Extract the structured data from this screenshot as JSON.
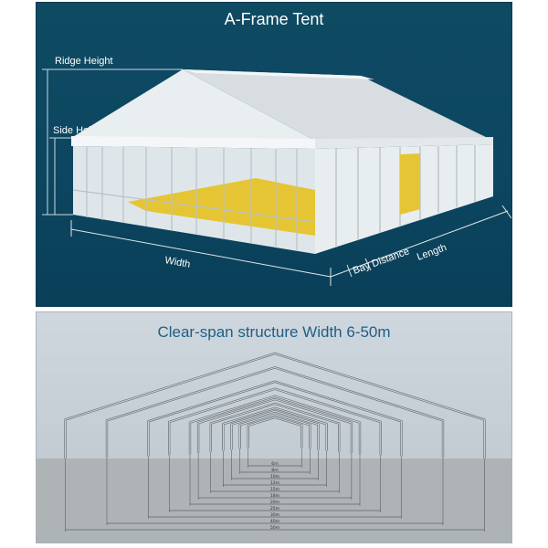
{
  "top_panel": {
    "title": "A-Frame Tent",
    "labels": {
      "ridge_height": "Ridge Height",
      "side_height": "Side Height",
      "width": "Width",
      "bay_distance": "Bay Distance",
      "length": "Length"
    }
  },
  "bottom_panel": {
    "title": "Clear-span structure Width 6-50m",
    "widths": [
      "6m",
      "8m",
      "10m",
      "12m",
      "15m",
      "18m",
      "20m",
      "25m",
      "30m",
      "40m",
      "50m"
    ]
  },
  "colors": {
    "top_background": "#0c4660",
    "bottom_background": "#c6ced6",
    "bottom_title": "#1f5f86",
    "floor": "#e9c83a"
  }
}
